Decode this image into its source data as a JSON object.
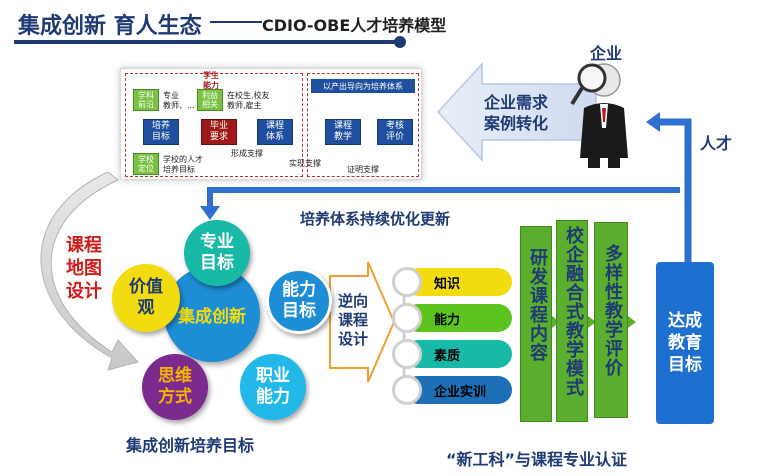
{
  "header": {
    "title": "集成创新 育人生态",
    "subtitle": "CDIO-OBE人才培养模型"
  },
  "inset": {
    "top_label": "学生\n能力",
    "header_banner": "以产出导向为培养体系",
    "green_tags": [
      "学科\n前沿",
      "利益\n相关",
      "学校\n定位"
    ],
    "notes": [
      "专业\n教师、...",
      "在校生,校友\n教师,雇主",
      "学校的人才\n培养目标"
    ],
    "flow_boxes": [
      "培养\n目标",
      "毕业\n要求",
      "课程\n体系",
      "课程\n教学",
      "考核\n评价"
    ],
    "support_labels": [
      "形成支撑",
      "实现支撑",
      "证明支撑"
    ]
  },
  "enterprise": {
    "label": "企业",
    "demand_text": "企业需求\n案例转化",
    "talent_label": "人才"
  },
  "loop_label": "培养体系持续优化更新",
  "curve_label": "课程\n地图\n设计",
  "cluster": {
    "center": "集成创新",
    "nodes": [
      "专业\n目标",
      "能力\n目标",
      "职业\n能力",
      "思维\n方式",
      "价值\n观"
    ],
    "caption": "集成创新培养目标"
  },
  "reverse_design": "逆向\n课程\n设计",
  "bars": [
    "知识",
    "能力",
    "素质",
    "企业实训"
  ],
  "columns": [
    "研发课程内容",
    "校企融合式教学模式",
    "多样性教学评价"
  ],
  "outcome": "达成\n教育\n目标",
  "footer": "“新工科”与课程专业认证",
  "colors": {
    "navy": "#1f3b73",
    "blue_arrow": "#2f6fd0",
    "red": "#d11a1a",
    "green_col": "#5cae2e",
    "node_blue": "#1d8ed6",
    "node_yellow": "#f2dc10",
    "node_teal": "#19b9a8",
    "node_orange": "#f5b400",
    "node_cyan": "#22b8e8",
    "node_purple": "#7b2a8e"
  }
}
